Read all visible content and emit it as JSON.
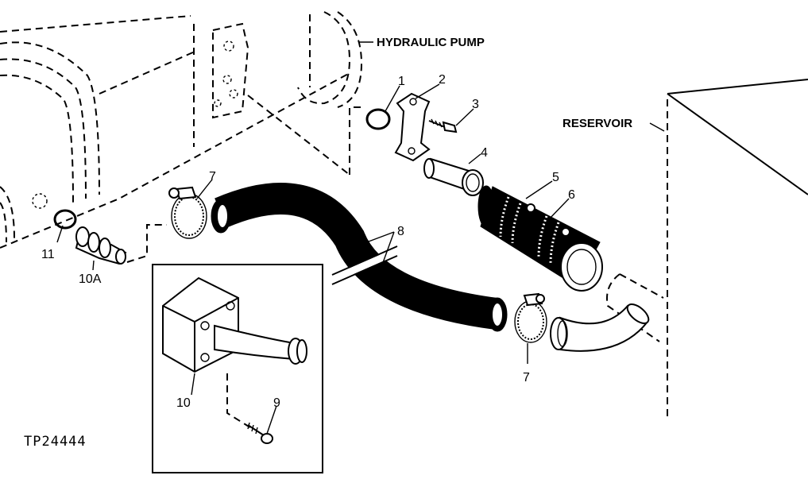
{
  "labels": {
    "hydraulic_pump": "HYDRAULIC PUMP",
    "reservoir": "RESERVOIR"
  },
  "callouts": {
    "c1": "1",
    "c2": "2",
    "c3": "3",
    "c4": "4",
    "c5": "5",
    "c6": "6",
    "c7_top": "7",
    "c7_bottom": "7",
    "c8": "8",
    "c9": "9",
    "c10": "10",
    "c10a": "10A",
    "c11": "11"
  },
  "figure_ref": "TP24444"
}
